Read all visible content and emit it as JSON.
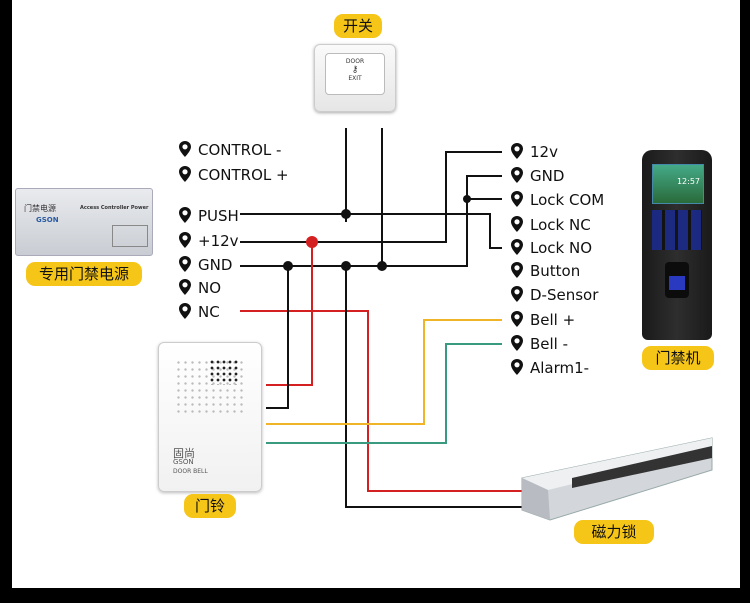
{
  "devices": {
    "exit_button": {
      "tag": "开关",
      "face_top": "DOOR",
      "face_bottom": "EXIT"
    },
    "power_supply": {
      "tag": "专用门禁电源",
      "title_cn": "门禁电源",
      "title_en": "Access Controller Power",
      "brand": "GSON"
    },
    "controller": {
      "tag": "门禁机",
      "clock": "12:57"
    },
    "doorbell": {
      "tag": "门铃",
      "brand_cn": "固尚",
      "brand": "GSON",
      "caption": "DOOR BELL"
    },
    "maglock": {
      "tag": "磁力锁"
    }
  },
  "power_terminals": [
    "CONTROL -",
    "CONTROL +",
    "PUSH",
    "+12v",
    "GND",
    "NO",
    "NC"
  ],
  "controller_terminals": [
    "12v",
    "GND",
    "Lock COM",
    "Lock NC",
    "Lock NO",
    "Button",
    "D-Sensor",
    "Bell +",
    "Bell -",
    "Alarm1-"
  ],
  "wire_colors": {
    "black": "#111111",
    "red": "#d42020",
    "yellow": "#f0b429",
    "green": "#3a9a80",
    "tag": "#f5c518"
  },
  "pin_icon": "map-pin-icon"
}
